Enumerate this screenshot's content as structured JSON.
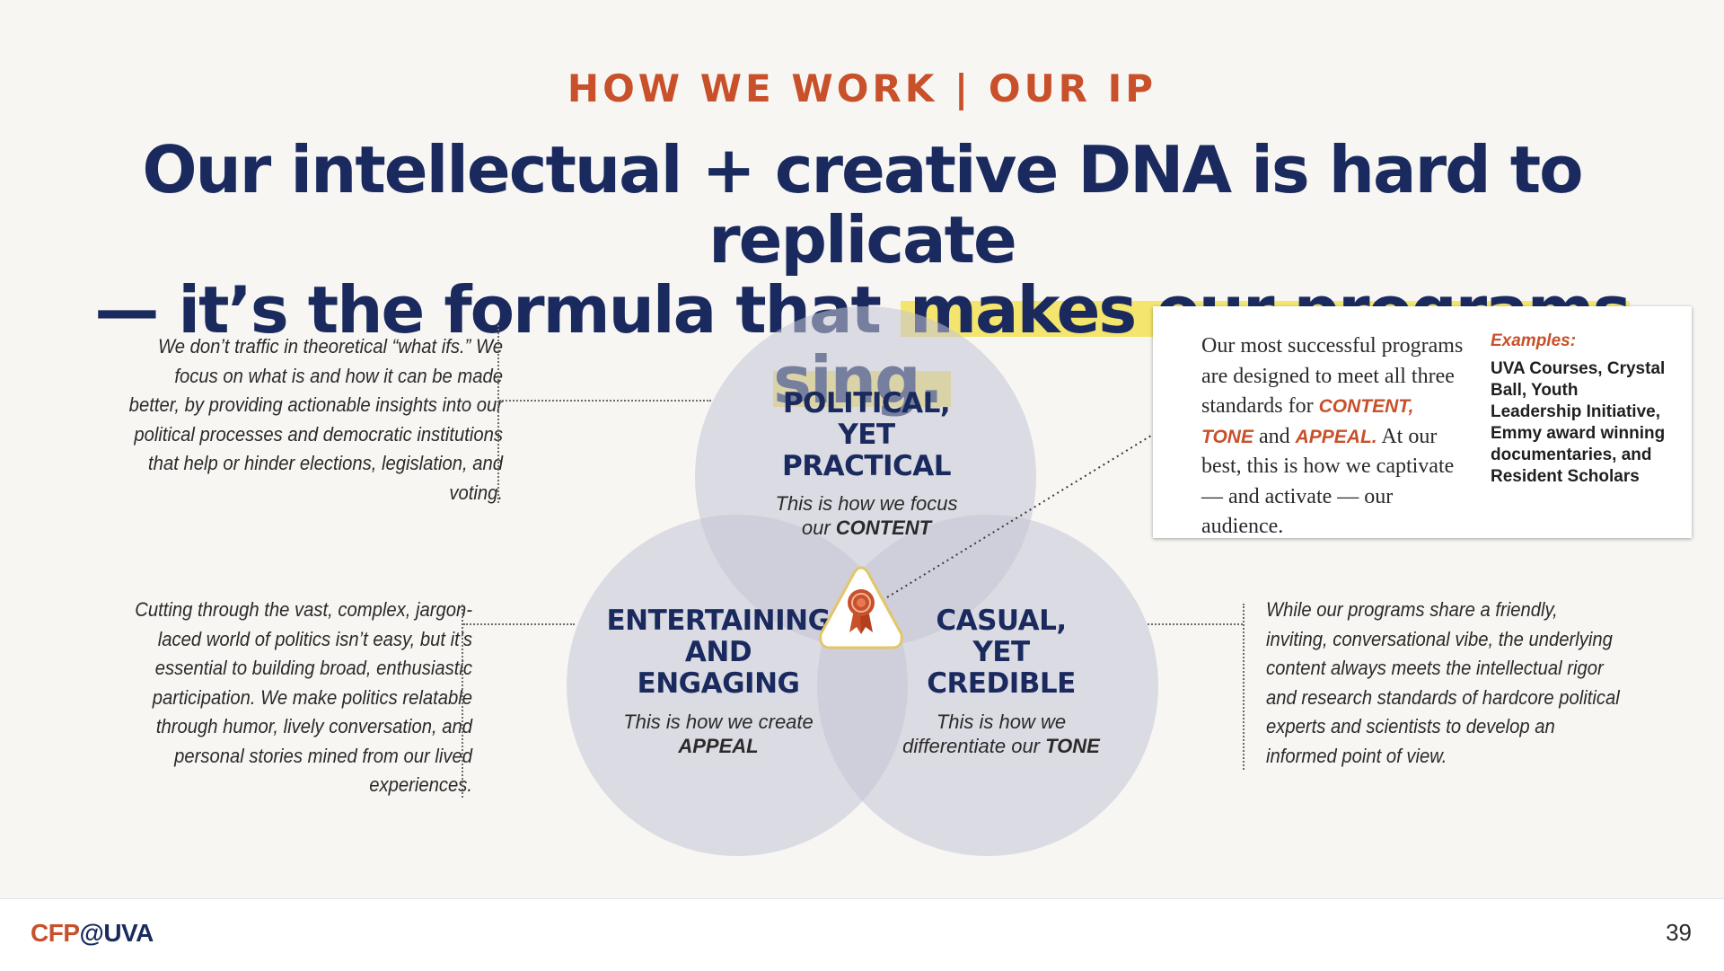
{
  "kicker": "HOW WE WORK | OUR IP",
  "headline": {
    "line1": "Our intellectual + creative DNA is hard to replicate",
    "line2_lead": "— it’s the formula that ",
    "line2_highlight": "makes our programs sing."
  },
  "left_top_text": "We don’t traffic in theoretical “what ifs.” We focus on what is and how it can be made better, by providing actionable insights into our political processes and democratic institutions that help or hinder elections, legislation, and voting.",
  "left_bottom_text": "Cutting through the vast, complex, jargon-laced world of politics isn’t easy, but it’s essential to building broad, enthusiastic participation. We make politics relatable through humor, lively conversation, and personal stories mined from our lived experiences.",
  "right_bottom_text": "While our programs share a friendly, inviting, conversational vibe, the underlying content always meets the intellectual rigor and research standards of hardcore political experts and scientists to develop an informed point of view.",
  "venn": {
    "top": {
      "title": "POLITICAL,\nYET\nPRACTICAL",
      "sub_lead": "This is how we focus our ",
      "sub_key": "CONTENT"
    },
    "left": {
      "title": "ENTERTAINING\nAND\nENGAGING",
      "sub_lead": "This is how we create ",
      "sub_key": "APPEAL"
    },
    "right": {
      "title": "CASUAL,\nYET\nCREDIBLE",
      "sub_lead": "This is how we differentiate our ",
      "sub_key": "TONE"
    },
    "center_icon": "award-ribbon-icon"
  },
  "box": {
    "t1": "Our most successful programs are designed to meet all three standards for ",
    "e1": "CONTENT, TONE",
    "t2": " and ",
    "e2": "APPEAL.",
    "t3": " At our best, this is how we captivate — and activate — our audience.",
    "examples_label": "Examples:",
    "examples_body": "UVA Courses, Crystal Ball, Youth Leadership Initiative, Emmy award winning documentaries, and Resident Scholars"
  },
  "footer": {
    "logo_cfp": "CFP",
    "logo_at": "@",
    "logo_uva": "UVA",
    "page_number": "39"
  },
  "colors": {
    "navy": "#1a2a5e",
    "accent": "#c8502a",
    "highlight": "#f4e56f",
    "circle": "#c4c5d6"
  }
}
